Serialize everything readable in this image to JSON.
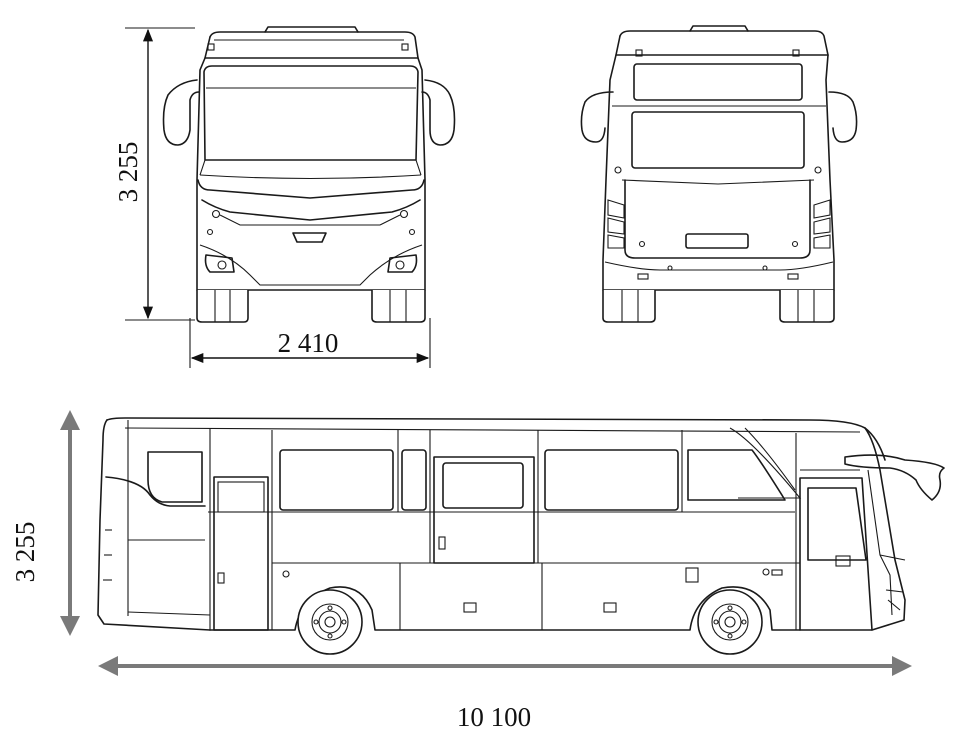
{
  "dimensions": {
    "front_height": "3 255",
    "front_width": "2 410",
    "side_height": "3 255",
    "side_length": "10 100"
  },
  "colors": {
    "line": "#1a1a1a",
    "dimension_arrow_gray": "#7a7a7a",
    "background": "#ffffff"
  }
}
